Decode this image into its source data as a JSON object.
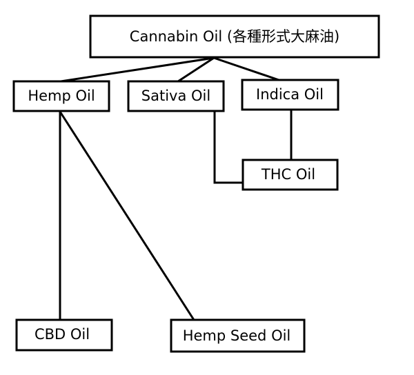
{
  "nodes": {
    "root": {
      "label": "Cannabin Oil (各種形式大麻油)"
    },
    "hemp_oil": {
      "label": "Hemp Oil"
    },
    "sativa_oil": {
      "label": "Sativa Oil"
    },
    "indica_oil": {
      "label": "Indica Oil"
    },
    "thc_oil": {
      "label": "THC Oil"
    },
    "cbd_oil": {
      "label": "CBD Oil"
    },
    "hemp_seed_oil": {
      "label": "Hemp Seed Oil"
    }
  },
  "edges": [
    {
      "from": "root",
      "to": "hemp_oil"
    },
    {
      "from": "root",
      "to": "sativa_oil"
    },
    {
      "from": "root",
      "to": "indica_oil"
    },
    {
      "from": "sativa_oil",
      "to": "thc_oil"
    },
    {
      "from": "indica_oil",
      "to": "thc_oil"
    },
    {
      "from": "hemp_oil",
      "to": "cbd_oil"
    },
    {
      "from": "hemp_oil",
      "to": "hemp_seed_oil"
    }
  ],
  "colors": {
    "line": "#000000",
    "box_fill": "#ffffff",
    "text": "#000000"
  }
}
